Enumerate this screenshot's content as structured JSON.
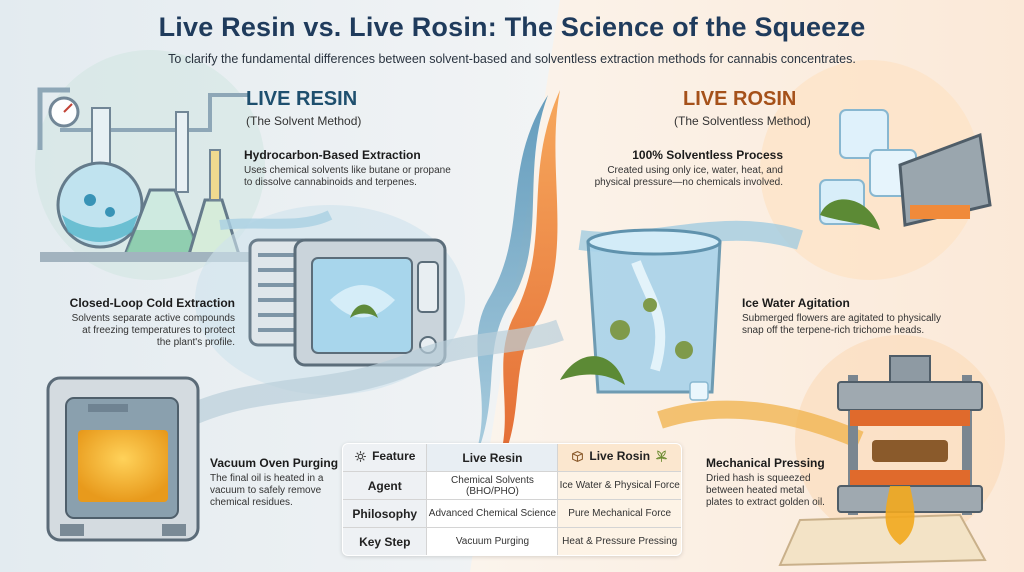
{
  "title": "Live Resin vs. Live Rosin: The Science of the Squeeze",
  "subtitle": "To clarify the fundamental differences between solvent-based and solventless extraction methods for cannabis concentrates.",
  "colors": {
    "resin_heading": "#1e4f6e",
    "rosin_heading": "#a5511a",
    "left_bg": "#e7eef2",
    "right_bg": "#fbeee2"
  },
  "resin": {
    "heading": "LIVE RESIN",
    "subheading": "(The Solvent Method)",
    "blocks": [
      {
        "title": "Hydrocarbon-Based Extraction",
        "desc_lines": [
          "Uses chemical solvents like butane or propane",
          "to dissolve cannabinoids and terpenes."
        ]
      },
      {
        "title": "Closed-Loop Cold Extraction",
        "desc_lines": [
          "Solvents separate active compounds",
          "at freezing temperatures to protect",
          "the plant's profile."
        ]
      },
      {
        "title": "Vacuum Oven Purging",
        "desc_lines": [
          "The final oil is heated in a",
          "vacuum to safely remove",
          "chemical residues."
        ]
      }
    ]
  },
  "rosin": {
    "heading": "LIVE ROSIN",
    "subheading": "(The Solventless Method)",
    "blocks": [
      {
        "title": "100% Solventless Process",
        "desc_lines": [
          "Created using only ice, water, heat, and",
          "physical pressure—no chemicals involved."
        ]
      },
      {
        "title": "Ice Water Agitation",
        "desc_lines": [
          "Submerged flowers are agitated to physically",
          "snap off the terpene-rich trichome heads."
        ]
      },
      {
        "title": "Mechanical Pressing",
        "desc_lines": [
          "Dried hash is squeezed",
          "between heated metal",
          "plates to extract golden oil."
        ]
      }
    ]
  },
  "table": {
    "headers": [
      "Feature",
      "Live Resin",
      "Live Rosin"
    ],
    "rows": [
      [
        "Agent",
        "Chemical Solvents (BHO/PHO)",
        "Ice Water & Physical Force"
      ],
      [
        "Philosophy",
        "Advanced Chemical Science",
        "Pure Mechanical Force"
      ],
      [
        "Key Step",
        "Vacuum Purging",
        "Heat & Pressure Pressing"
      ]
    ],
    "icons": [
      "gear-icon",
      "box-icon",
      "leaf-icon"
    ]
  }
}
